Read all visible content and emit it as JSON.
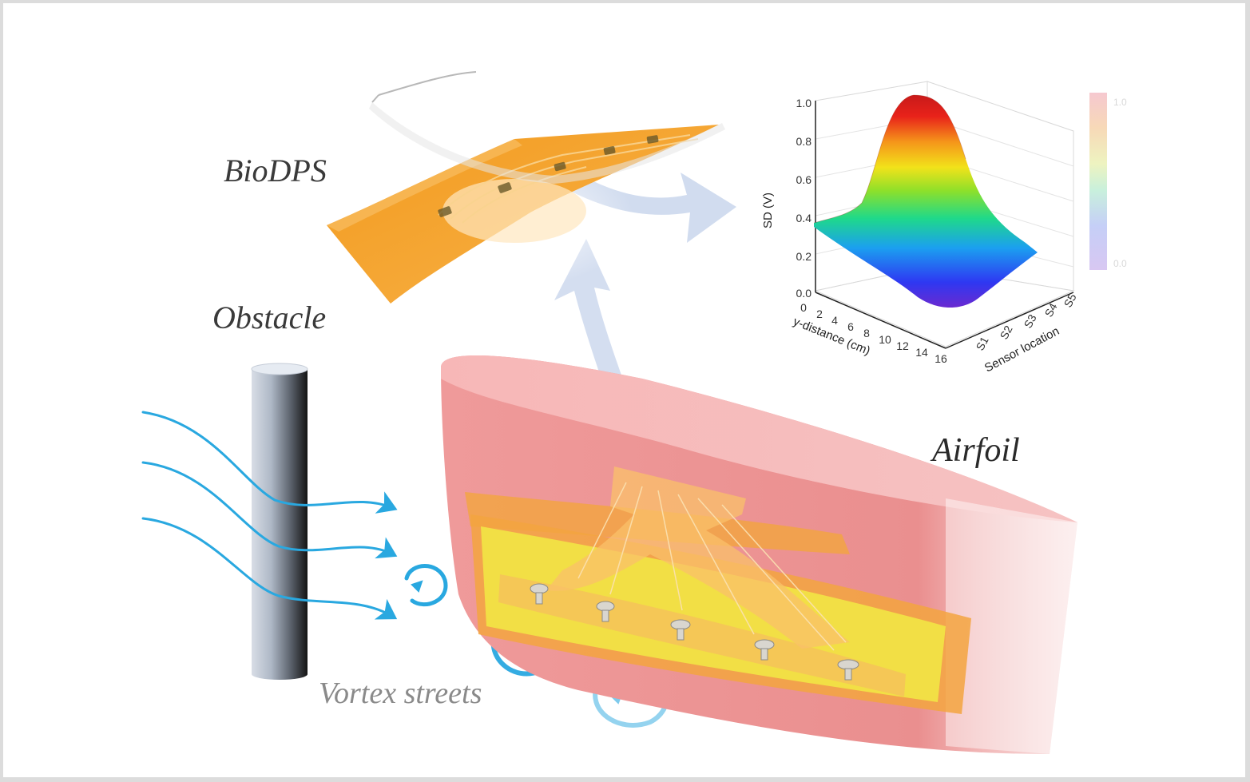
{
  "labels": {
    "biodps": "BioDPS",
    "obstacle": "Obstacle",
    "airfoil": "Airfoil",
    "vortex": "Vortex streets"
  },
  "colors": {
    "flow_arrows": "#29a8e0",
    "sensor_film": "#f7a12a",
    "airfoil_body": "#f08a8a",
    "sensor_pad": "#f5e04a",
    "transfer_arrow": "#c9d6ec"
  },
  "chart_data": {
    "type": "surface3d",
    "zlabel": "SD (V)",
    "xlabel": "y-distance (cm)",
    "ylabel": "Sensor location",
    "z_ticks": [
      "1.0",
      "0.8",
      "0.6",
      "0.4",
      "0.2",
      "0.0"
    ],
    "x_ticks": [
      "0",
      "2",
      "4",
      "6",
      "8",
      "10",
      "12",
      "14",
      "16"
    ],
    "y_ticks": [
      "S1",
      "S2",
      "S3",
      "S4",
      "S5"
    ],
    "colorbar_ticks": [
      "1.0",
      "0.0"
    ],
    "zlim": [
      0.0,
      1.0
    ],
    "xlim": [
      0,
      16
    ],
    "colormap": [
      "#7a2fd0",
      "#2f3df0",
      "#1fa7f0",
      "#22d68a",
      "#8ee02a",
      "#f2e21a",
      "#f59a1a",
      "#e8201a"
    ],
    "peak": {
      "x": 8,
      "sensor": "S3",
      "value": 1.0
    }
  }
}
